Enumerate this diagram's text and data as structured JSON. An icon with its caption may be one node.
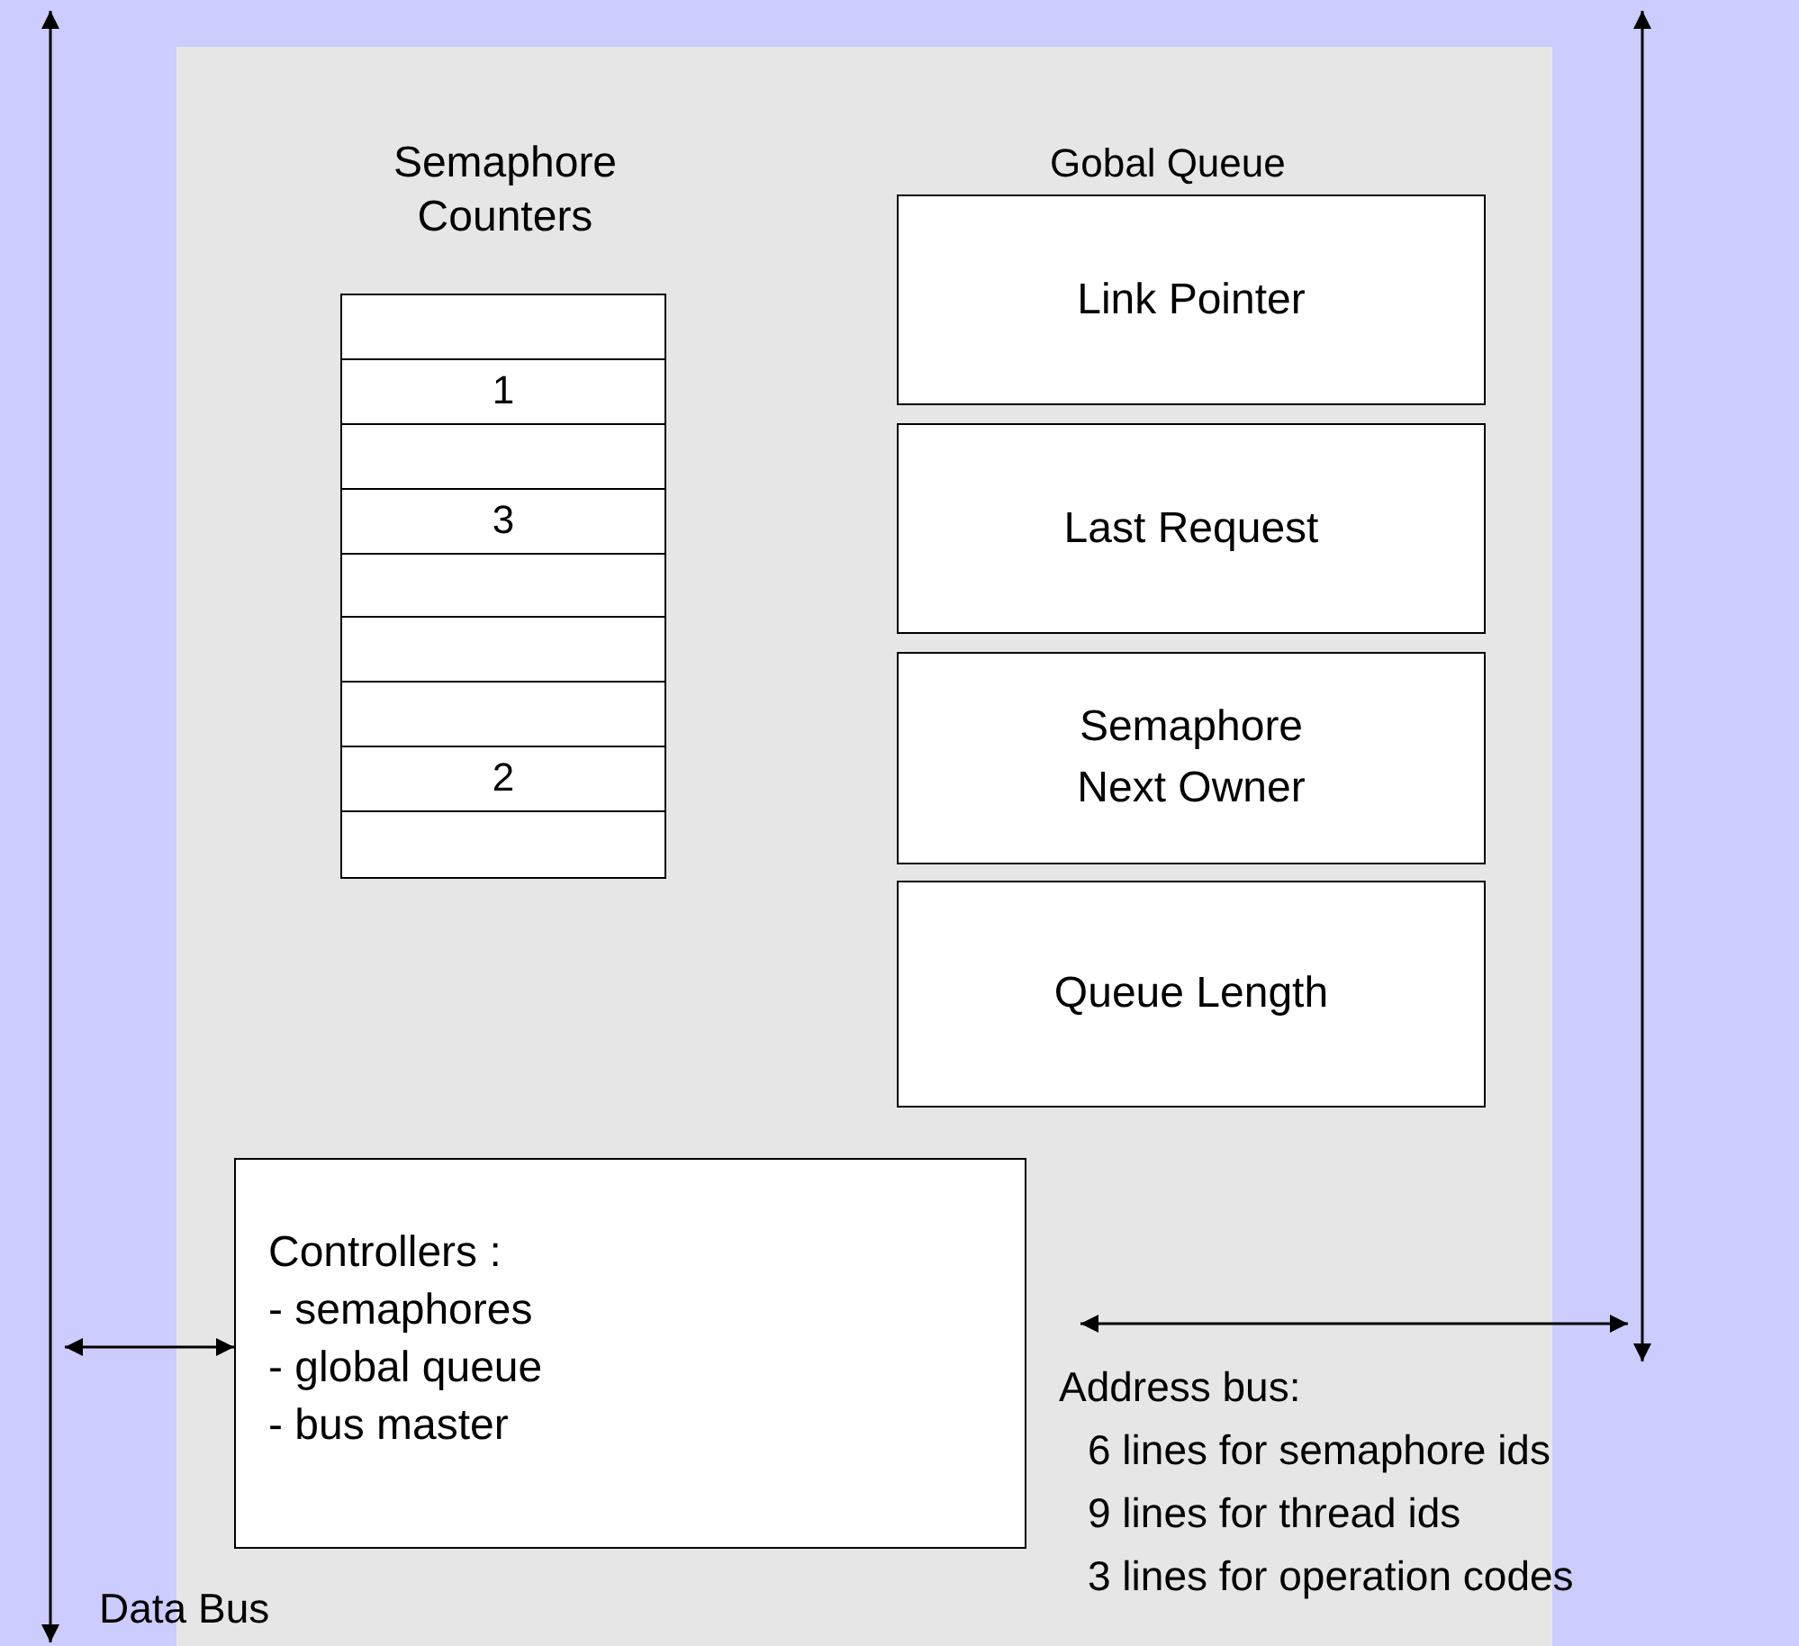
{
  "diagram": {
    "nodes": [
      {
        "text": [
          "Semaphore Counters"
        ]
      },
      {
        "text": [
          "Link Pointer"
        ]
      },
      {
        "text": [
          "Last Request"
        ]
      },
      {
        "text": [
          "Semaphore Next Owner"
        ]
      },
      {
        "text": [
          "Queue Length"
        ]
      },
      {
        "text": [
          "Controllers :",
          "- semaphores",
          "- global queue",
          "- bus master"
        ]
      },
      {
        "text": [],
        "shape": "bar",
        "beside": [
          "Address bus:",
          "6 lines for semaphore ids",
          "9 lines for thread ids",
          "3 lines for operation codes"
        ]
      },
      {
        "text": [],
        "shape": "bar",
        "beside": [
          "Data Bus"
        ]
      }
    ],
    "edges": [
      {
        "from": 7,
        "to": 5,
        "arrow": "both"
      },
      {
        "from": null,
        "to": 6,
        "arrow": "both"
      }
    ],
    "labels": [
      "Gobal Queue",
      "1",
      "3",
      "2"
    ]
  }
}
